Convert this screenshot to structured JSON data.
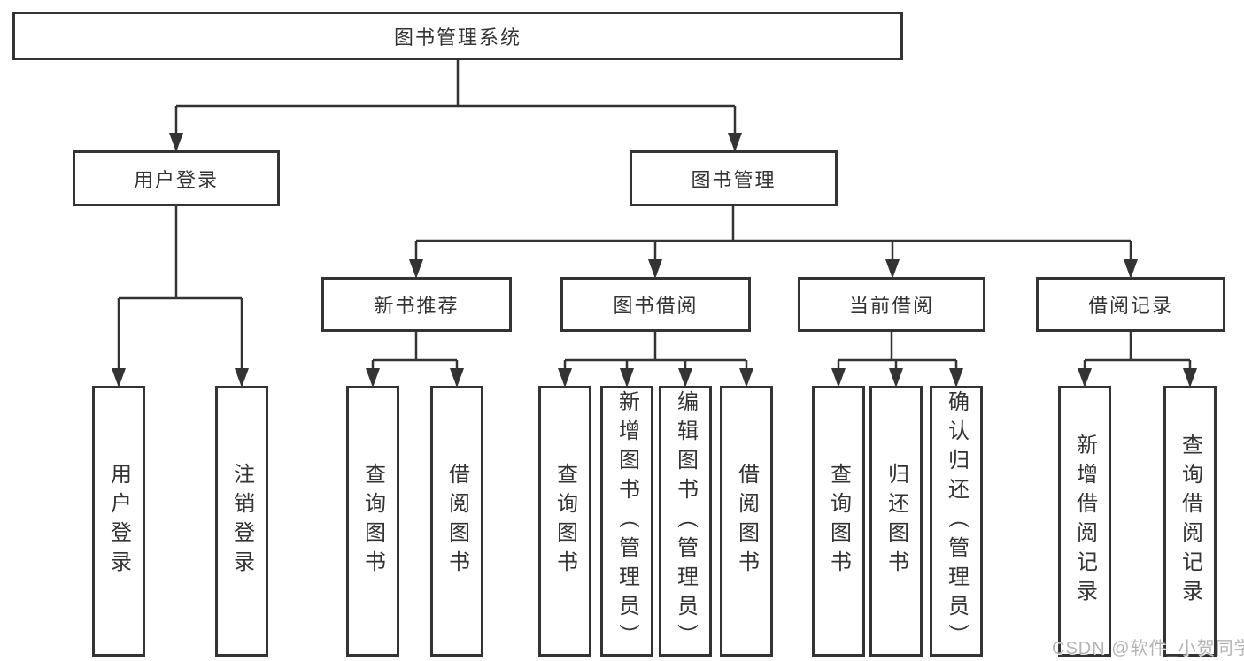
{
  "diagram_type": "hierarchy-chart",
  "tree": {
    "label": "图书管理系统",
    "children": [
      {
        "label": "用户登录",
        "children": [
          {
            "label": "用户登录"
          },
          {
            "label": "注销登录"
          }
        ]
      },
      {
        "label": "图书管理",
        "children": [
          {
            "label": "新书推荐",
            "children": [
              {
                "label": "查询图书"
              },
              {
                "label": "借阅图书"
              }
            ]
          },
          {
            "label": "图书借阅",
            "children": [
              {
                "label": "查询图书"
              },
              {
                "label": "新增图书（管理员）"
              },
              {
                "label": "编辑图书（管理员）"
              },
              {
                "label": "借阅图书"
              }
            ]
          },
          {
            "label": "当前借阅",
            "children": [
              {
                "label": "查询图书"
              },
              {
                "label": "归还图书"
              },
              {
                "label": "确认归还（管理员）"
              }
            ]
          },
          {
            "label": "借阅记录",
            "children": [
              {
                "label": "新增借阅记录"
              },
              {
                "label": "查询借阅记录"
              }
            ]
          }
        ]
      }
    ]
  },
  "watermark": "CSDN @软件_小贺同学",
  "colors": {
    "line": "#333333",
    "box_border": "#333333",
    "text": "#333333",
    "watermark": "#b4b4b4",
    "background": "#ffffff"
  }
}
